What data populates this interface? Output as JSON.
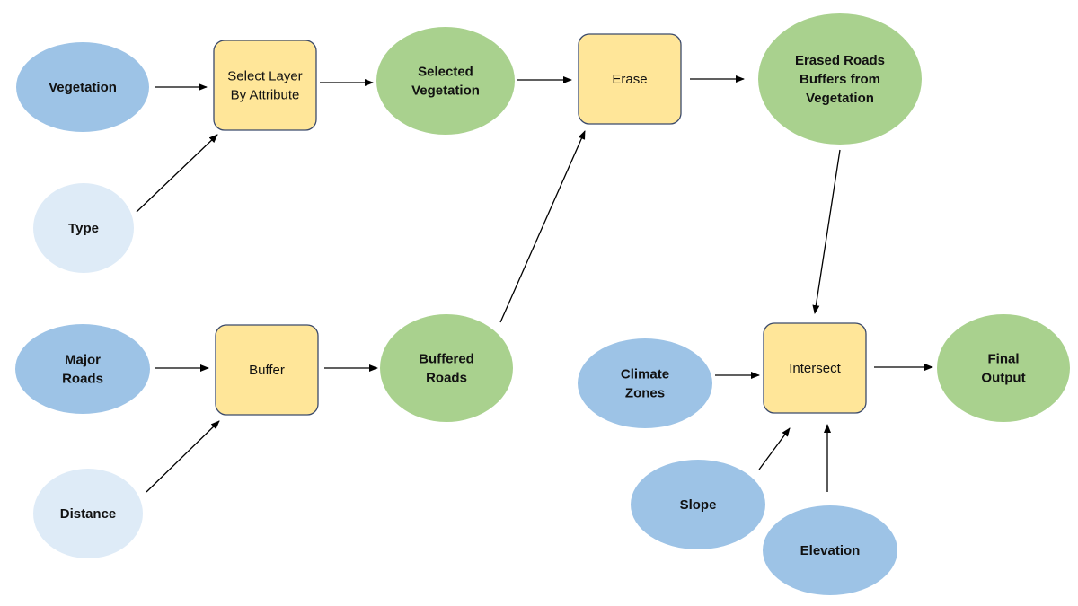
{
  "nodes": {
    "vegetation": {
      "lines": [
        "Vegetation"
      ]
    },
    "type": {
      "lines": [
        "Type"
      ]
    },
    "select_layer": {
      "lines": [
        "Select Layer",
        "By Attribute"
      ]
    },
    "selected_vegetation": {
      "lines": [
        "Selected",
        "Vegetation"
      ]
    },
    "erase": {
      "lines": [
        "Erase"
      ]
    },
    "erased_roads": {
      "lines": [
        "Erased Roads",
        "Buffers from",
        "Vegetation"
      ]
    },
    "major_roads": {
      "lines": [
        "Major",
        "Roads"
      ]
    },
    "distance": {
      "lines": [
        "Distance"
      ]
    },
    "buffer": {
      "lines": [
        "Buffer"
      ]
    },
    "buffered_roads": {
      "lines": [
        "Buffered",
        "Roads"
      ]
    },
    "climate_zones": {
      "lines": [
        "Climate",
        "Zones"
      ]
    },
    "intersect": {
      "lines": [
        "Intersect"
      ]
    },
    "final_output": {
      "lines": [
        "Final",
        "Output"
      ]
    },
    "slope": {
      "lines": [
        "Slope"
      ]
    },
    "elevation": {
      "lines": [
        "Elevation"
      ]
    }
  },
  "colors": {
    "input": "#9dc3e6",
    "param": "#deebf7",
    "tool": "#ffe699",
    "tool_border": "#3b4a6b",
    "output": "#a9d18e",
    "arrow": "#000000"
  }
}
